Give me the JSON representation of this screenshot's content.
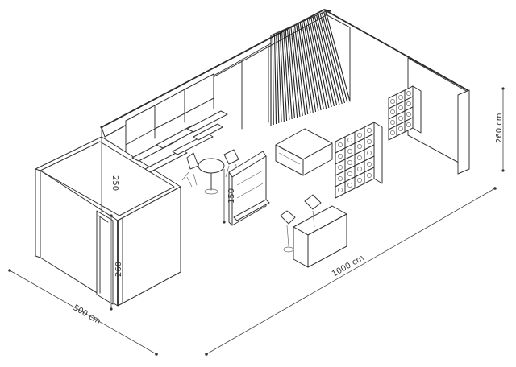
{
  "dimensions": {
    "width_label": "500 cm",
    "length_label": "1000 cm",
    "right_height_label": "260 cm",
    "front_height_label": "260",
    "inner_wall_height_label": "250",
    "counter_height_label": "150"
  },
  "colors": {
    "line": "#333333",
    "slat": "#222222",
    "background": "#ffffff"
  }
}
